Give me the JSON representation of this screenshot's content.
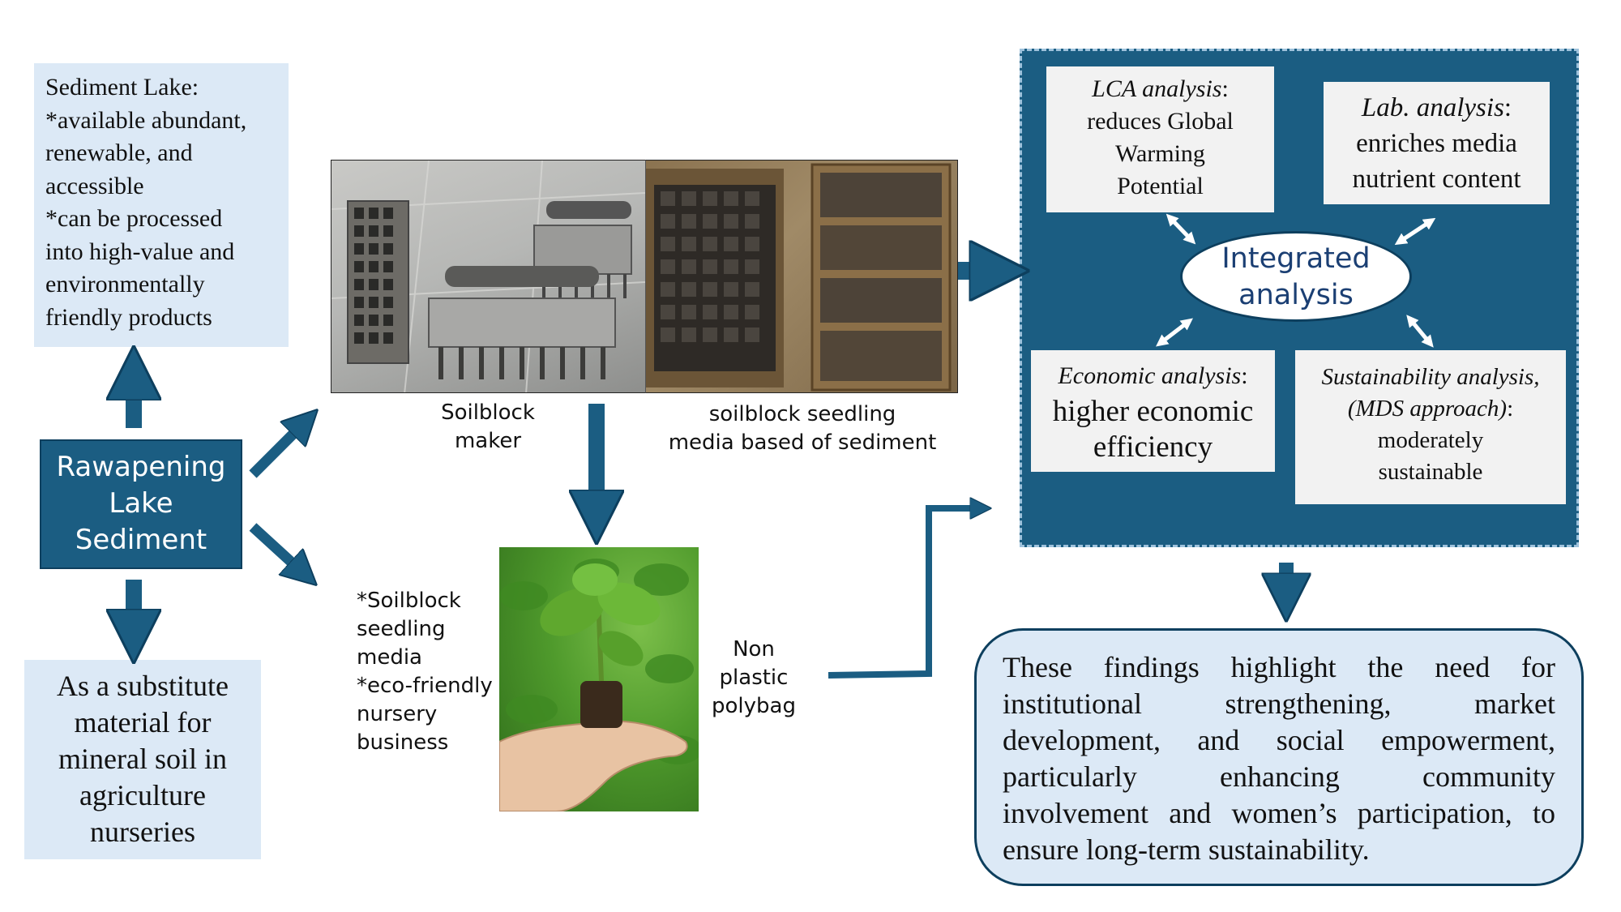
{
  "sediment_lake": {
    "title": "Sediment Lake:",
    "line1": "*available abundant,",
    "line2": "renewable, and",
    "line3": "accessible",
    "line4": "*can be processed",
    "line5": "into high-value and",
    "line6": "environmentally",
    "line7": "friendly products"
  },
  "source": {
    "line1": "Rawapening",
    "line2": "Lake",
    "line3": "Sediment"
  },
  "substitute": {
    "line1": "As a substitute",
    "line2": "material for",
    "line3": "mineral soil in",
    "line4": "agriculture",
    "line5": "nurseries"
  },
  "captions": {
    "soilblock_1": "Soilblock",
    "soilblock_2": "maker",
    "media_1": "soilblock seedling",
    "media_2": "media based of sediment",
    "eco_1": "*Soilblock",
    "eco_2": "seedling",
    "eco_3": "media",
    "eco_4": "*eco-friendly",
    "eco_5": "nursery",
    "eco_6": "business",
    "nonplastic_1": "Non",
    "nonplastic_2": "plastic",
    "nonplastic_3": "polybag"
  },
  "analysis": {
    "lca_title": "LCA analysis",
    "lca_colon": ":",
    "lca_1": "reduces Global",
    "lca_2": "Warming",
    "lca_3": "Potential",
    "lab_title": "Lab. analysis",
    "lab_colon": ":",
    "lab_1": "enriches media",
    "lab_2": "nutrient content",
    "econ_title": "Economic analysis",
    "econ_colon": ":",
    "econ_1": "higher economic",
    "econ_2": "efficiency",
    "sust_title_1": "Sustainability analysis,",
    "sust_title_2": "(MDS approach)",
    "sust_colon": ":",
    "sust_1": "moderately",
    "sust_2": "sustainable",
    "center_1": "Integrated",
    "center_2": "analysis"
  },
  "findings": {
    "text": "These findings highlight the need for institutional strengthening, market development, and social empowerment, particularly enhancing community involvement and women’s participation, to ensure long-term sustainability."
  },
  "colors": {
    "dark_blue": "#1b5d82",
    "light_blue": "#dce9f6",
    "panel_border": "#9ec2dc",
    "grey_box": "#f2f2f2"
  }
}
